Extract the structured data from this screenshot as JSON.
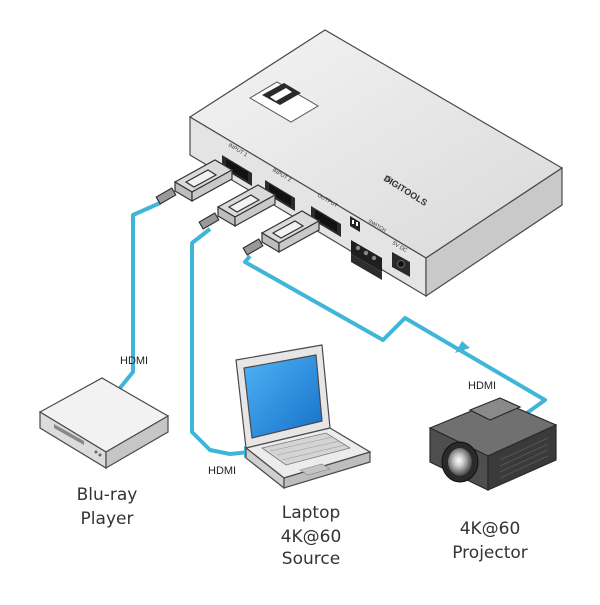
{
  "device": {
    "brand": "DIGITOOLS",
    "port_labels": {
      "input1": "INPUT 1",
      "input2": "INPUT 2",
      "output": "OUTPUT",
      "switch": "SWITCH",
      "power": "5V DC"
    }
  },
  "cables": {
    "bluray_label": "HDMI",
    "laptop_label": "HDMI",
    "projector_label": "HDMI"
  },
  "devices": {
    "bluray": {
      "line1": "Blu-ray",
      "line2": "Player"
    },
    "laptop": {
      "line1": "Laptop",
      "line2": "4K@60",
      "line3": "Source"
    },
    "projector": {
      "line1": "4K@60",
      "line2": "Projector"
    }
  },
  "colors": {
    "cable": "#3fb6d8",
    "device_body": "#ececec",
    "device_edge": "#4a4a4a",
    "screen": "#1f8fe0"
  }
}
